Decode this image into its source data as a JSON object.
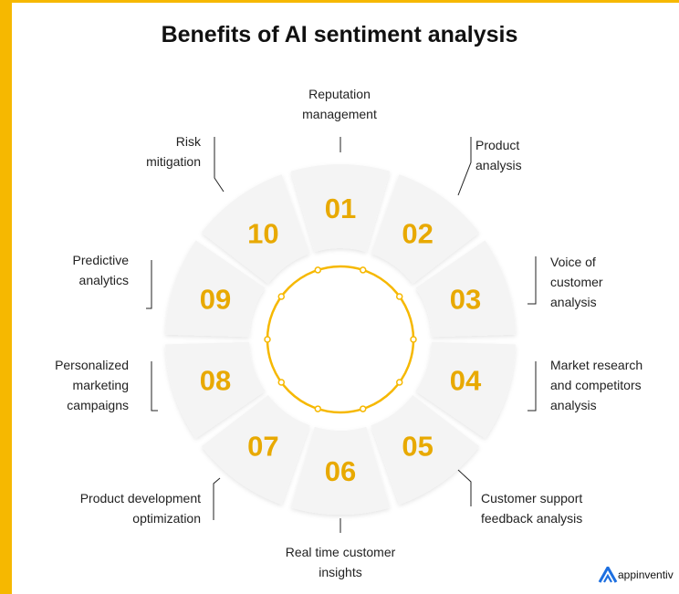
{
  "title": "Benefits of AI sentiment analysis",
  "colors": {
    "accent": "#f6b800",
    "number": "#e8a900",
    "segment": "#f4f4f4",
    "brand_logo": "#1d6fe0"
  },
  "segments": [
    {
      "number": "01",
      "label_lines": [
        "Reputation",
        "management"
      ]
    },
    {
      "number": "02",
      "label_lines": [
        "Product",
        "analysis"
      ]
    },
    {
      "number": "03",
      "label_lines": [
        "Voice of",
        "customer",
        "analysis"
      ]
    },
    {
      "number": "04",
      "label_lines": [
        "Market research",
        "and competitors",
        "analysis"
      ]
    },
    {
      "number": "05",
      "label_lines": [
        "Customer support",
        "feedback analysis"
      ]
    },
    {
      "number": "06",
      "label_lines": [
        "Real time customer",
        "insights"
      ]
    },
    {
      "number": "07",
      "label_lines": [
        "Product development",
        "optimization"
      ]
    },
    {
      "number": "08",
      "label_lines": [
        "Personalized",
        "marketing",
        "campaigns"
      ]
    },
    {
      "number": "09",
      "label_lines": [
        "Predictive",
        "analytics"
      ]
    },
    {
      "number": "10",
      "label_lines": [
        "Risk",
        "mitigation"
      ]
    }
  ],
  "brand": {
    "name": "appinventiv",
    "logo_icon": "triangle-logo-icon"
  }
}
